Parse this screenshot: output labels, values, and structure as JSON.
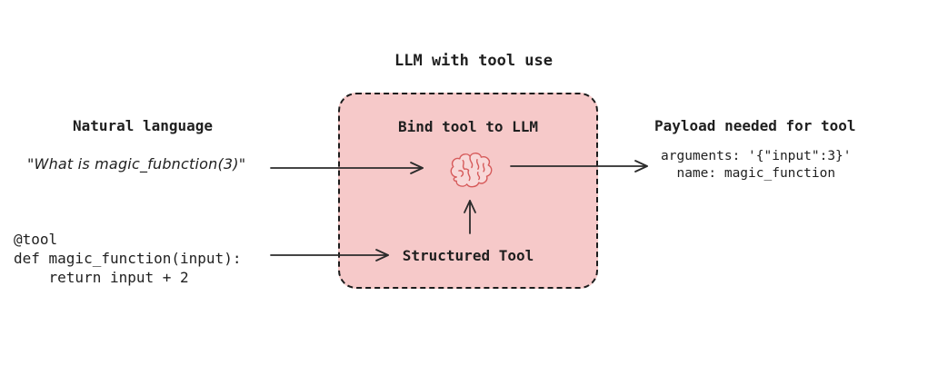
{
  "diagram": {
    "title": "LLM with tool use",
    "colors": {
      "box_bg": "#f6c9c9",
      "box_border": "#1c1c1c",
      "brain_stroke": "#d65a5a",
      "arrow": "#2b2b2b",
      "text": "#1f1f1f"
    },
    "left": {
      "natural_language_heading": "Natural language",
      "quote": "\"What is magic_fubnction(3)\"",
      "code": "@tool\ndef magic_function(input):\n    return input + 2"
    },
    "center_box": {
      "heading": "Bind tool to LLM",
      "brain_icon": "brain-icon",
      "structured_tool_label": "Structured Tool"
    },
    "right": {
      "heading": "Payload needed for tool",
      "payload": "arguments: '{\"input\":3}'\n  name: magic_function"
    }
  }
}
